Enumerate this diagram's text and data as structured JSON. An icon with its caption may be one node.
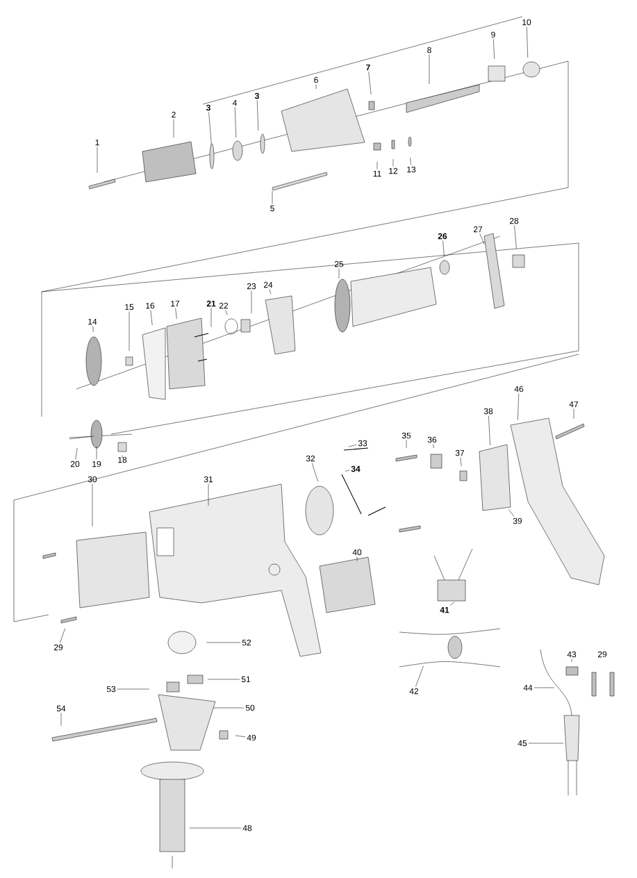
{
  "diagram": {
    "nodes": [
      {
        "text": [
          "1"
        ]
      },
      {
        "text": [
          "2"
        ]
      },
      {
        "text": [
          "3"
        ]
      },
      {
        "text": [
          "4"
        ]
      },
      {
        "text": [
          "3"
        ]
      },
      {
        "text": [
          "5"
        ]
      },
      {
        "text": [
          "6"
        ]
      },
      {
        "text": [
          "7"
        ]
      },
      {
        "text": [
          "8"
        ]
      },
      {
        "text": [
          "9"
        ]
      },
      {
        "text": [
          "10"
        ]
      },
      {
        "text": [
          "11"
        ]
      },
      {
        "text": [
          "12"
        ]
      },
      {
        "text": [
          "13"
        ]
      },
      {
        "text": [
          "14"
        ]
      },
      {
        "text": [
          "15"
        ]
      },
      {
        "text": [
          "16"
        ]
      },
      {
        "text": [
          "17"
        ]
      },
      {
        "text": [
          "18"
        ]
      },
      {
        "text": [
          "19"
        ]
      },
      {
        "text": [
          "20"
        ]
      },
      {
        "text": [
          "21"
        ]
      },
      {
        "text": [
          "22"
        ]
      },
      {
        "text": [
          "23"
        ]
      },
      {
        "text": [
          "24"
        ]
      },
      {
        "text": [
          "25"
        ]
      },
      {
        "text": [
          "26"
        ]
      },
      {
        "text": [
          "27"
        ]
      },
      {
        "text": [
          "28"
        ]
      },
      {
        "text": [
          "29"
        ]
      },
      {
        "text": [
          "30"
        ]
      },
      {
        "text": [
          "31"
        ]
      },
      {
        "text": [
          "32"
        ]
      },
      {
        "text": [
          "33"
        ]
      },
      {
        "text": [
          "34"
        ]
      },
      {
        "text": [
          "35"
        ]
      },
      {
        "text": [
          "36"
        ]
      },
      {
        "text": [
          "37"
        ]
      },
      {
        "text": [
          "38"
        ]
      },
      {
        "text": [
          "39"
        ]
      },
      {
        "text": [
          "40"
        ]
      },
      {
        "text": [
          "41"
        ]
      },
      {
        "text": [
          "42"
        ]
      },
      {
        "text": [
          "43"
        ]
      },
      {
        "text": [
          "44"
        ]
      },
      {
        "text": [
          "45"
        ]
      },
      {
        "text": [
          "46"
        ]
      },
      {
        "text": [
          "47"
        ]
      },
      {
        "text": [
          "48"
        ]
      },
      {
        "text": [
          "49"
        ]
      },
      {
        "text": [
          "50"
        ]
      },
      {
        "text": [
          "51"
        ]
      },
      {
        "text": [
          "52"
        ]
      },
      {
        "text": [
          "53"
        ]
      },
      {
        "text": [
          "54"
        ]
      }
    ],
    "edges": [
      {
        "from": 0,
        "to": null,
        "arrow": "none"
      },
      {
        "from": 1,
        "to": null,
        "arrow": "none"
      },
      {
        "from": 2,
        "to": null,
        "arrow": "none"
      },
      {
        "from": 3,
        "to": null,
        "arrow": "none"
      },
      {
        "from": 4,
        "to": null,
        "arrow": "none"
      },
      {
        "from": 5,
        "to": null,
        "arrow": "none"
      },
      {
        "from": 6,
        "to": null,
        "arrow": "none"
      },
      {
        "from": 7,
        "to": null,
        "arrow": "none"
      },
      {
        "from": 8,
        "to": null,
        "arrow": "none"
      },
      {
        "from": 9,
        "to": null,
        "arrow": "none"
      },
      {
        "from": 10,
        "to": null,
        "arrow": "none"
      },
      {
        "from": 11,
        "to": null,
        "arrow": "none"
      },
      {
        "from": 12,
        "to": null,
        "arrow": "none"
      },
      {
        "from": 13,
        "to": null,
        "arrow": "none"
      },
      {
        "from": 14,
        "to": null,
        "arrow": "none"
      },
      {
        "from": 15,
        "to": null,
        "arrow": "none"
      },
      {
        "from": 16,
        "to": null,
        "arrow": "none"
      },
      {
        "from": 17,
        "to": null,
        "arrow": "none"
      },
      {
        "from": 18,
        "to": null,
        "arrow": "none"
      },
      {
        "from": 19,
        "to": null,
        "arrow": "none"
      },
      {
        "from": 20,
        "to": null,
        "arrow": "none"
      },
      {
        "from": 21,
        "to": null,
        "arrow": "none"
      },
      {
        "from": 22,
        "to": null,
        "arrow": "none"
      },
      {
        "from": 23,
        "to": null,
        "arrow": "none"
      },
      {
        "from": 24,
        "to": null,
        "arrow": "none"
      },
      {
        "from": 25,
        "to": null,
        "arrow": "none"
      },
      {
        "from": 26,
        "to": null,
        "arrow": "none"
      },
      {
        "from": 27,
        "to": null,
        "arrow": "none"
      },
      {
        "from": 28,
        "to": null,
        "arrow": "none"
      },
      {
        "from": 29,
        "to": null,
        "arrow": "none"
      },
      {
        "from": 30,
        "to": null,
        "arrow": "none"
      },
      {
        "from": 31,
        "to": null,
        "arrow": "none"
      },
      {
        "from": 32,
        "to": null,
        "arrow": "none"
      },
      {
        "from": 33,
        "to": null,
        "arrow": "none"
      },
      {
        "from": 34,
        "to": null,
        "arrow": "none"
      },
      {
        "from": 35,
        "to": null,
        "arrow": "none"
      },
      {
        "from": 36,
        "to": null,
        "arrow": "none"
      },
      {
        "from": 37,
        "to": null,
        "arrow": "none"
      },
      {
        "from": 38,
        "to": null,
        "arrow": "none"
      },
      {
        "from": 39,
        "to": null,
        "arrow": "none"
      },
      {
        "from": 40,
        "to": null,
        "arrow": "none"
      },
      {
        "from": 41,
        "to": null,
        "arrow": "none"
      },
      {
        "from": 42,
        "to": null,
        "arrow": "none"
      },
      {
        "from": 43,
        "to": null,
        "arrow": "none"
      },
      {
        "from": 44,
        "to": null,
        "arrow": "none"
      },
      {
        "from": 45,
        "to": null,
        "arrow": "none"
      },
      {
        "from": 46,
        "to": null,
        "arrow": "none"
      },
      {
        "from": 47,
        "to": null,
        "arrow": "none"
      },
      {
        "from": 48,
        "to": null,
        "arrow": "none"
      },
      {
        "from": 49,
        "to": null,
        "arrow": "none"
      },
      {
        "from": 50,
        "to": null,
        "arrow": "none"
      },
      {
        "from": 51,
        "to": null,
        "arrow": "none"
      },
      {
        "from": 52,
        "to": null,
        "arrow": "none"
      },
      {
        "from": 53,
        "to": null,
        "arrow": "none"
      },
      {
        "from": 54,
        "to": null,
        "arrow": "none"
      }
    ],
    "labels": [
      "29"
    ]
  }
}
